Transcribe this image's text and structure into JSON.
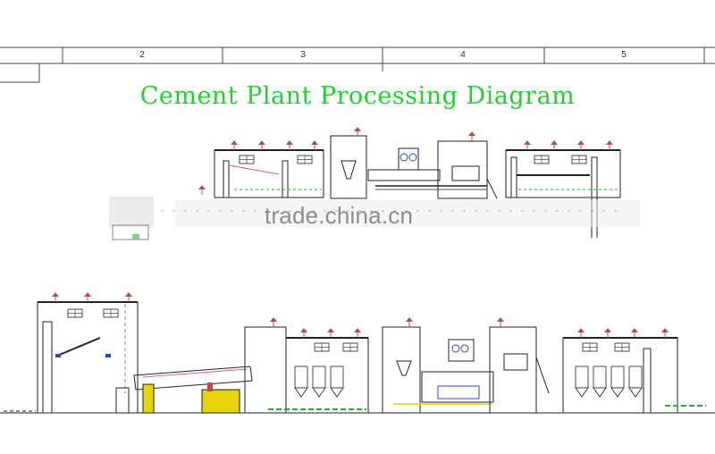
{
  "title": "Cement Plant Processing Diagram",
  "watermark": "trade.china.cn",
  "grid_zones": [
    "2",
    "3",
    "4",
    "5"
  ],
  "colors": {
    "title": "#22d22a",
    "line": "#222222",
    "roof": "#c04a4a",
    "equipment_yellow": "#e8d40a",
    "equipment_green": "#1fae2d",
    "equipment_blue": "#2b47c8",
    "conveyor_pink": "#d45a9a"
  }
}
